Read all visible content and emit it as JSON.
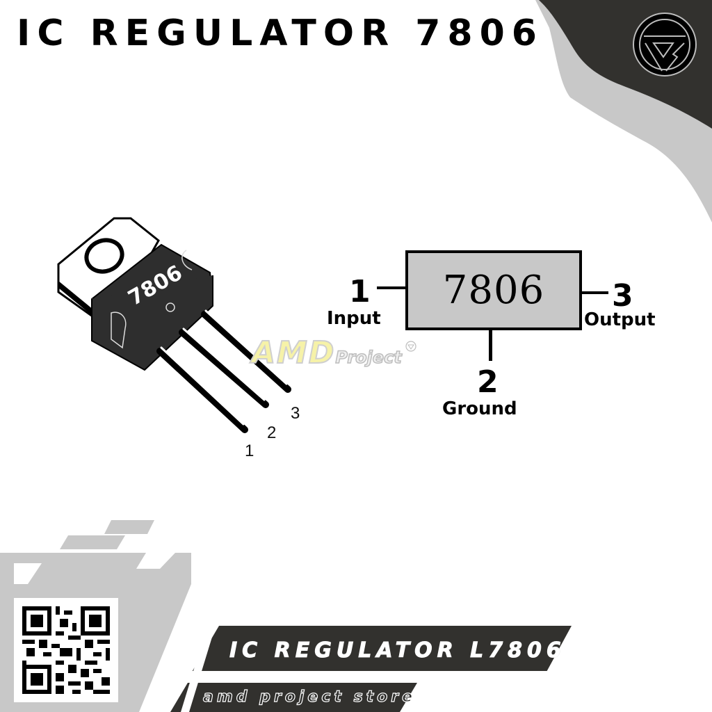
{
  "title": "IC REGULATOR 7806",
  "colors": {
    "dark": "#32312e",
    "grey": "#c8c8c8",
    "chip_fill": "#c8c8c8",
    "watermark_yellow": "#f6f2a8"
  },
  "package": {
    "marking": "7806",
    "pin_labels": [
      "1",
      "2",
      "3"
    ]
  },
  "pinout": {
    "chip_label": "7806",
    "pins": [
      {
        "number": "1",
        "name": "Input"
      },
      {
        "number": "2",
        "name": "Ground"
      },
      {
        "number": "3",
        "name": "Output"
      }
    ]
  },
  "watermark": {
    "brand": "AMD",
    "suffix": "Project",
    "icon": "registered-logo-icon"
  },
  "logo": {
    "icon": "amd-project-logo-icon"
  },
  "qr": {
    "icon": "qr-code-icon"
  },
  "banner": {
    "product": "IC REGULATOR L7806",
    "store": "amd project store"
  }
}
